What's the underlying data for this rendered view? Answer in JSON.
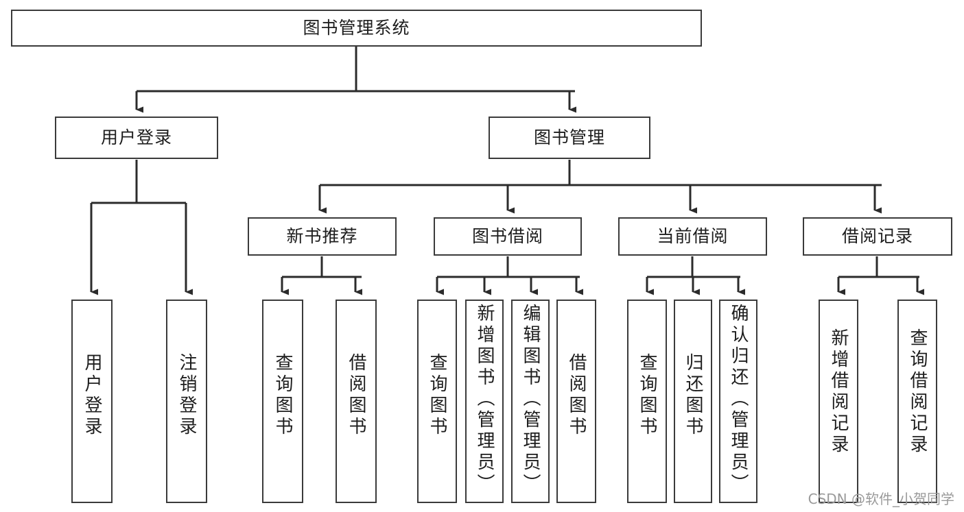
{
  "diagram": {
    "title": "图书管理系统",
    "type": "tree-hierarchy",
    "watermark": "CSDN @软件_小贺同学",
    "colors": {
      "box_border": "#3a3a3a",
      "box_fill": "#ffffff",
      "connector": "#2b2b2b",
      "text": "#1d1d1d",
      "watermark": "#9a9a9a",
      "background": "#ffffff"
    },
    "nodes": {
      "root": {
        "label": "图书管理系统"
      },
      "level2": [
        {
          "id": "user-login",
          "label": "用户登录"
        },
        {
          "id": "book-management",
          "label": "图书管理"
        }
      ],
      "level3": [
        {
          "id": "new-book-recommend",
          "label": "新书推荐"
        },
        {
          "id": "book-borrow",
          "label": "图书借阅"
        },
        {
          "id": "current-borrow",
          "label": "当前借阅"
        },
        {
          "id": "borrow-record",
          "label": "借阅记录"
        }
      ],
      "leaves": {
        "user_login": [
          {
            "id": "leaf-user-login",
            "label": "用户登录"
          },
          {
            "id": "leaf-logout-login",
            "label": "注销登录"
          }
        ],
        "new_book_recommend": [
          {
            "id": "leaf-query-book-1",
            "label": "查询图书"
          },
          {
            "id": "leaf-borrow-book-1",
            "label": "借阅图书"
          }
        ],
        "book_borrow": [
          {
            "id": "leaf-query-book-2",
            "label": "查询图书"
          },
          {
            "id": "leaf-add-book-admin",
            "label": "新增图书（管理员）"
          },
          {
            "id": "leaf-edit-book-admin",
            "label": "编辑图书（管理员）"
          },
          {
            "id": "leaf-borrow-book-2",
            "label": "借阅图书"
          }
        ],
        "current_borrow": [
          {
            "id": "leaf-query-book-3",
            "label": "查询图书"
          },
          {
            "id": "leaf-return-book",
            "label": "归还图书"
          },
          {
            "id": "leaf-confirm-return-admin",
            "label": "确认归还（管理员）"
          }
        ],
        "borrow_record": [
          {
            "id": "leaf-add-borrow-record",
            "label": "新增借阅记录"
          },
          {
            "id": "leaf-query-borrow-record",
            "label": "查询借阅记录"
          }
        ]
      }
    }
  }
}
